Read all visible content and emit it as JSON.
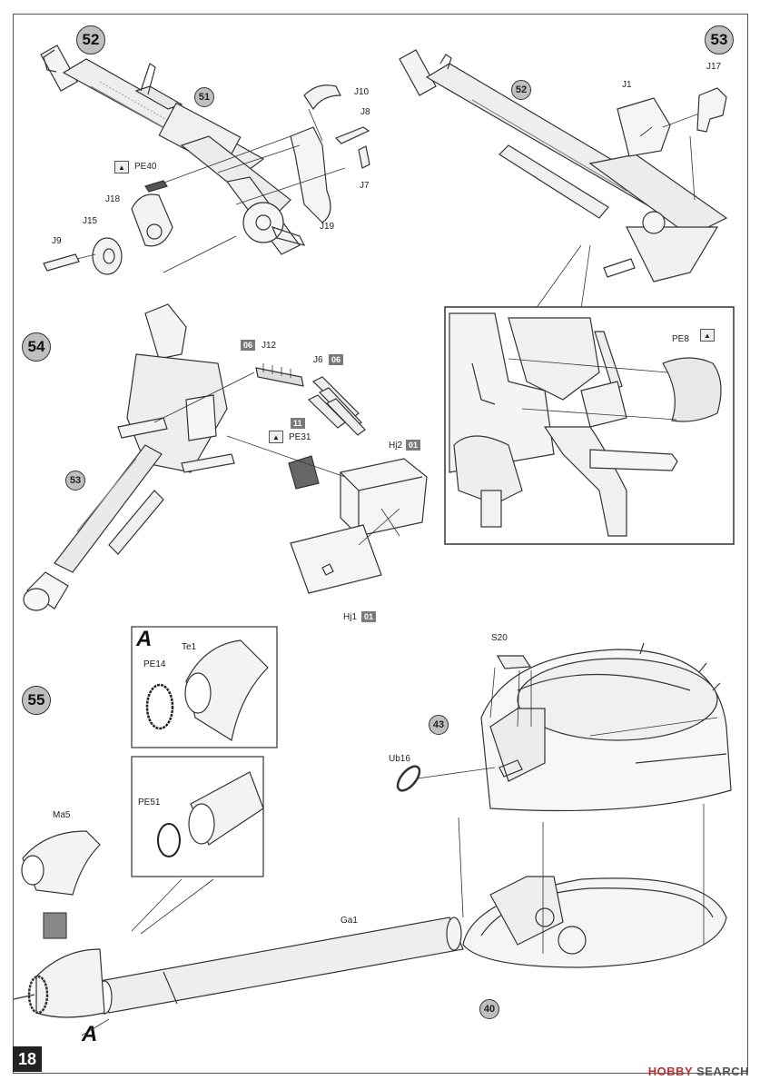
{
  "steps": {
    "s52": "52",
    "s53": "53",
    "s54": "54",
    "s55": "55"
  },
  "bubbles": {
    "b51": "51",
    "b52": "52",
    "b53": "53",
    "b43": "43",
    "b40": "40"
  },
  "parts": {
    "j10": "J10",
    "j8": "J8",
    "j7": "J7",
    "j19": "J19",
    "pe40": "PE40",
    "j18": "J18",
    "j15": "J15",
    "j9": "J9",
    "j1": "J1",
    "j17": "J17",
    "pe8": "PE8",
    "j12": "J12",
    "j6": "J6",
    "pe31": "PE31",
    "hj2": "Hj2",
    "hj1": "Hj1",
    "te1": "Te1",
    "pe14": "PE14",
    "pe51": "PE51",
    "ma5": "Ma5",
    "s20": "S20",
    "ub16": "Ub16",
    "ga1": "Ga1"
  },
  "tags": {
    "t06a": "06",
    "t06b": "06",
    "t11": "11",
    "t01a": "01",
    "t01b": "01"
  },
  "inset_letters": {
    "a1": "A",
    "a2": "A"
  },
  "page_number": "18",
  "watermark": {
    "brand": "HOBBY",
    "rest": "SEARCH"
  }
}
